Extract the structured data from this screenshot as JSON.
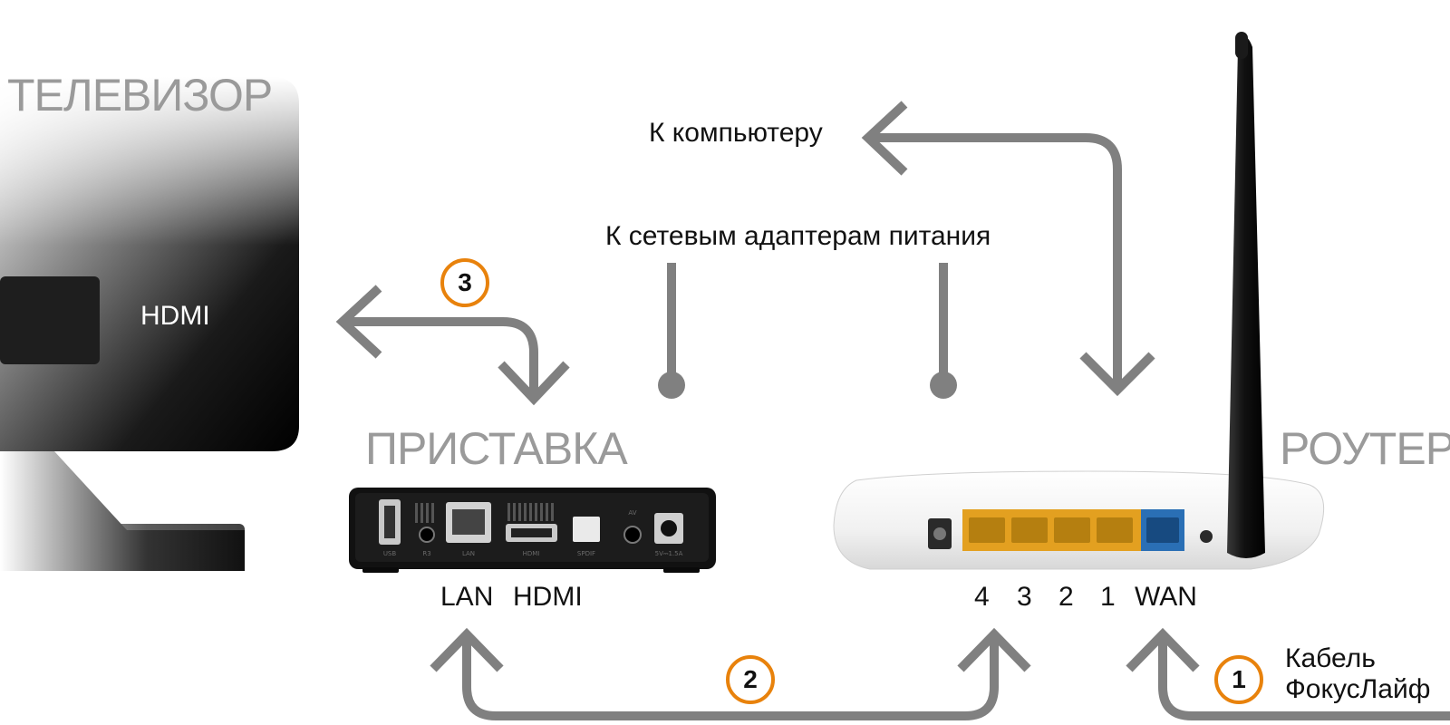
{
  "labels": {
    "tv": "ТЕЛЕВИЗОР",
    "tv_port": "HDMI",
    "settop": "ПРИСТАВКА",
    "router": "РОУТЕР",
    "to_computer": "К компьютеру",
    "to_power": "К сетевым адаптерам питания",
    "cable_line1": "Кабель",
    "cable_line2": "ФокусЛайф"
  },
  "settop_ports": [
    "LAN",
    "HDMI"
  ],
  "router_ports": [
    "4",
    "3",
    "2",
    "1",
    "WAN"
  ],
  "settop_port_marks": [
    "USB",
    "R3",
    "LAN",
    "HDMI",
    "SPDIF",
    "AV",
    "5V⎓1.5A"
  ],
  "steps": [
    "1",
    "2",
    "3"
  ],
  "colors": {
    "arrow": "#808080",
    "badge_ring": "#e8820c",
    "lan_port": "#e3a020",
    "wan_port": "#2a6fb5",
    "title_text": "#9a9a9a"
  }
}
